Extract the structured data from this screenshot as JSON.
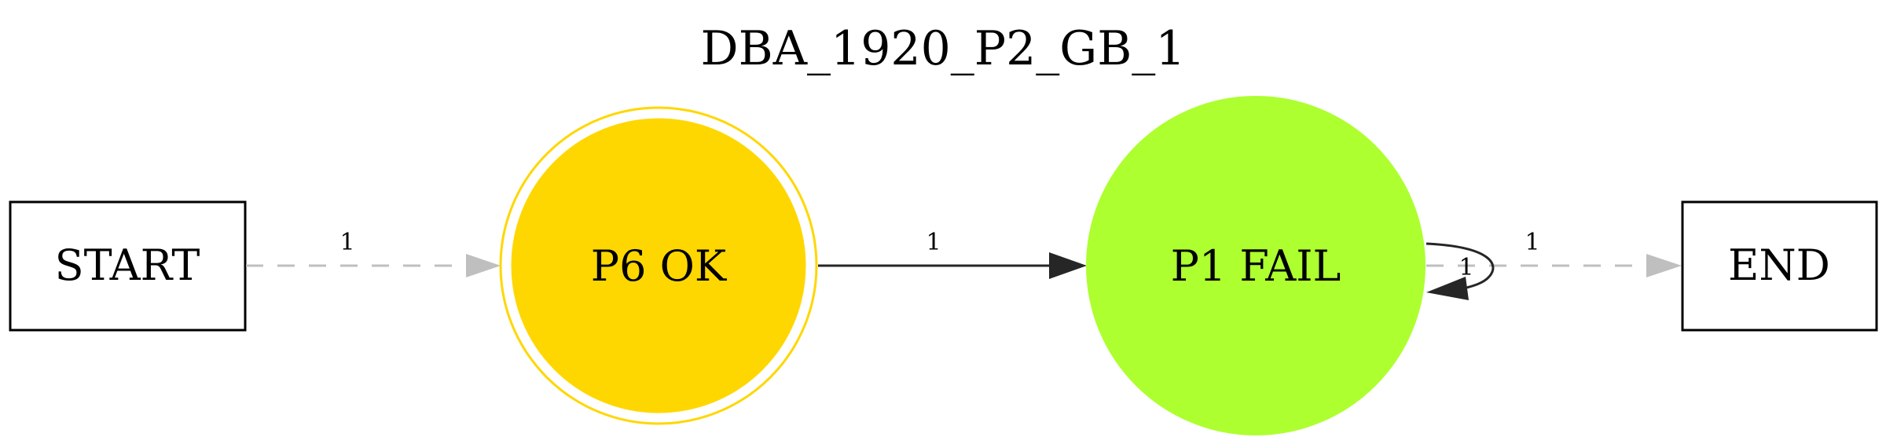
{
  "title": "DBA_1920_P2_GB_1",
  "colors": {
    "background": "#ffffff",
    "ok_node": "#ffd700",
    "fail_node": "#adff2f",
    "solid_edge": "#262626",
    "dashed_edge": "#bfbfbf",
    "box_border": "#000000"
  },
  "nodes": {
    "start": {
      "label": "START"
    },
    "p6": {
      "label": "P6 OK"
    },
    "p1": {
      "label": "P1 FAIL"
    },
    "end": {
      "label": "END"
    }
  },
  "edges": {
    "start_to_p6": {
      "label": "1",
      "style": "dashed"
    },
    "p6_to_p1": {
      "label": "1",
      "style": "solid"
    },
    "p1_self": {
      "label": "1",
      "style": "solid"
    },
    "p1_to_end": {
      "label": "1",
      "style": "dashed"
    }
  }
}
